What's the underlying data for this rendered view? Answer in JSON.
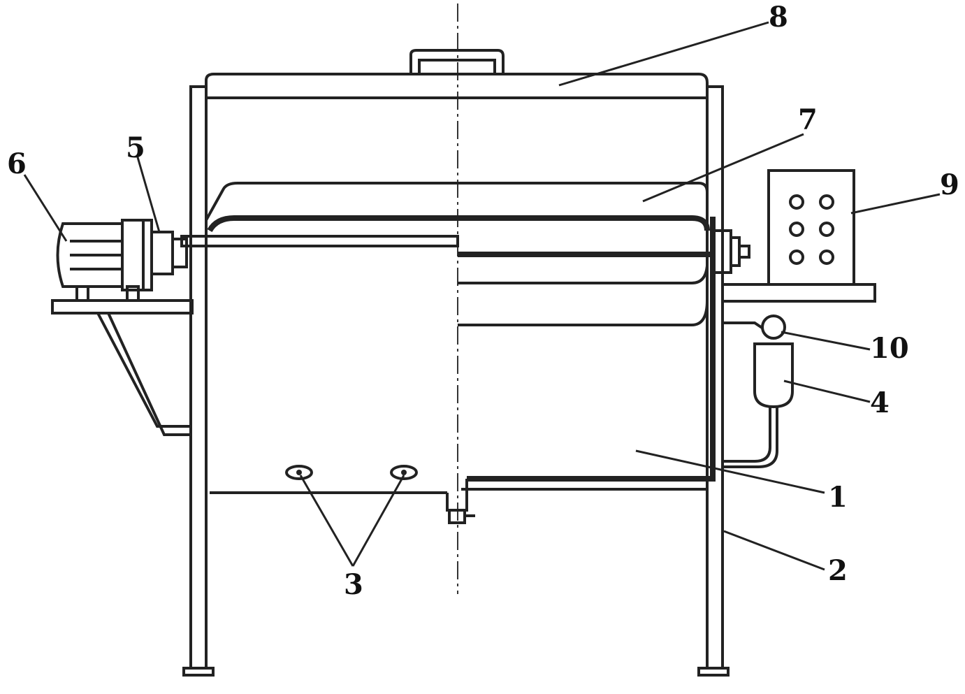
{
  "diagram": {
    "callouts": [
      {
        "id": "1",
        "label": "1"
      },
      {
        "id": "2",
        "label": "2"
      },
      {
        "id": "3",
        "label": "3"
      },
      {
        "id": "4",
        "label": "4"
      },
      {
        "id": "5",
        "label": "5"
      },
      {
        "id": "6",
        "label": "6"
      },
      {
        "id": "7",
        "label": "7"
      },
      {
        "id": "8",
        "label": "8"
      },
      {
        "id": "9",
        "label": "9"
      },
      {
        "id": "10",
        "label": "10"
      }
    ],
    "colors": {
      "line": "#222222",
      "background": "#ffffff"
    }
  }
}
